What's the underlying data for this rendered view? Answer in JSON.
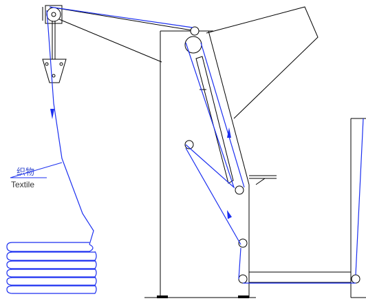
{
  "labels": {
    "fabric_cn": "织物",
    "fabric_en": "Textile"
  },
  "colors": {
    "fabric_path": "#1a2ef0",
    "frame": "#000000",
    "label_cn": "#3a4fd0",
    "label_en": "#333333"
  },
  "components": [
    "top-pulley",
    "hanging-weight-block",
    "main-frame",
    "feed-table-hopper",
    "upper-roller",
    "inspection-plate",
    "guide-rollers",
    "side-shelf",
    "right-cabinet",
    "folded-fabric-stack"
  ]
}
